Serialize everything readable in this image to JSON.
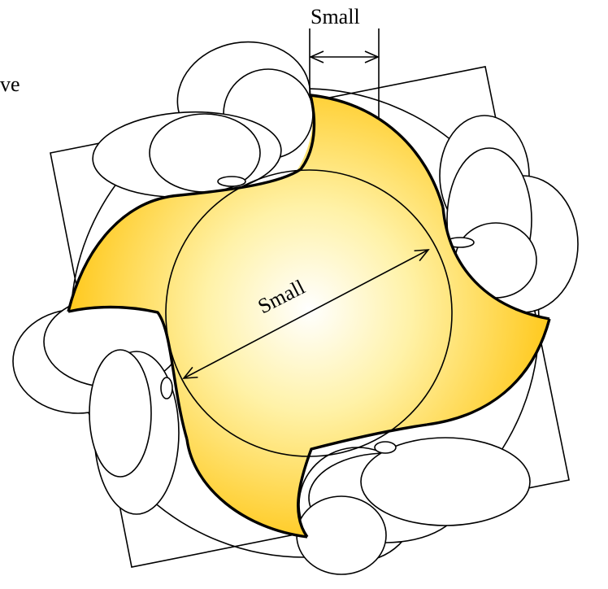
{
  "labels": {
    "top_dimension": "Small",
    "diameter_dimension": "Small",
    "partial_left_text": "ve"
  },
  "colors": {
    "gradient_center": "#ffffff",
    "gradient_mid": "#fff2a8",
    "gradient_outer": "#ffc81a",
    "stroke": "#000000"
  }
}
